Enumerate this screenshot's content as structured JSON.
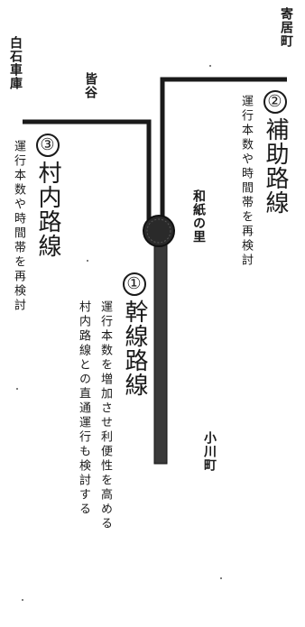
{
  "stations": {
    "yoriimachi": "寄居町",
    "shiroishi": "白石車庫",
    "kaiya": "皆谷",
    "washi_no_sato": "和紙の里",
    "ogawamachi": "小川町"
  },
  "routes": [
    {
      "number": "①",
      "name": "幹線路線",
      "notes": [
        "運行本数を増加させ利便性を高める",
        "村内路線との直通運行も検討する"
      ]
    },
    {
      "number": "②",
      "name": "補助路線",
      "notes": [
        "運行本数や時間帯を再検討"
      ]
    },
    {
      "number": "③",
      "name": "村内路線",
      "notes": [
        "運行本数や時間帯を再検討"
      ]
    }
  ],
  "colors": {
    "line": "#1a1a1a",
    "trunk": "#3a3a3a",
    "hub": "#2a2a2a"
  }
}
